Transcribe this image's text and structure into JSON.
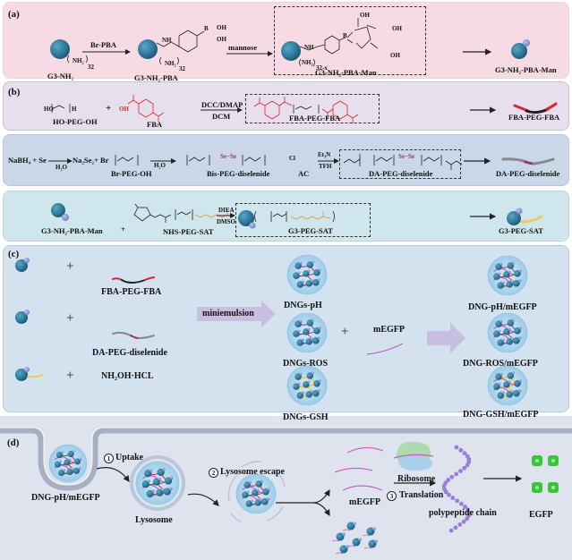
{
  "panels": {
    "a": {
      "label": "(a)",
      "reagent1": "Br-PBA",
      "reagent2": "mannose",
      "compounds": [
        "G3-NH₂",
        "G3-NH₂-PBA",
        "G3-NH₂-PBA-Man",
        "G3-NH₂-PBA-Man"
      ],
      "subscripts": {
        "n1": "32",
        "n2": "32",
        "n3": "32-x"
      },
      "groups": {
        "nh2": "NH₂",
        "nh": "NH",
        "oh": "OH",
        "b": "B",
        "o": "O"
      }
    },
    "b": {
      "label": "(b)",
      "reactant1": "HO-PEG-OH",
      "reactant2": "FBA",
      "conditions_top": "DCC/DMAP",
      "conditions_bottom": "DCM",
      "product": "FBA-PEG-FBA",
      "product_result": "FBA-PEG-FBA",
      "formula_hopeg": "HO−[∕╲O]n−H",
      "plus": "+"
    },
    "b2": {
      "step1": "NaBH₄ + Se",
      "step1_cond": "H₂O",
      "step1_prod": "Na₂Se₂+ Br",
      "reagent": "Br-PEG-OH",
      "step2_cond": "H₂O",
      "intermediate": "Bis-PEG-diselenide",
      "acyl": "AC",
      "cond_top": "Et₃N",
      "cond_bottom": "TFH",
      "product": "DA-PEG-diselenide",
      "product_result": "DA-PEG-diselenide",
      "sese": "Se−Se"
    },
    "b3": {
      "reactant1": "G3-NH₂-PBA-Man",
      "reactant2": "NHS-PEG-SAT",
      "cond_top": "DIEA",
      "cond_bottom": "DMSO",
      "product": "G3-PEG-SAT",
      "product_result": "G3-PEG-SAT",
      "plus": "+"
    },
    "c": {
      "label": "(c)",
      "crosslinkers": [
        "FBA-PEG-FBA",
        "DA-PEG-diselenide",
        "NH₂OH·HCL"
      ],
      "process": "miniemulsion",
      "nanogels": [
        "DNGs-pH",
        "DNGs-ROS",
        "DNGs-GSH"
      ],
      "cargo": "mEGFP",
      "loaded": [
        "DNG-pH/mEGFP",
        "DNG-ROS/mEGFP",
        "DNG-GSH/mEGFP"
      ],
      "plus": "+"
    },
    "d": {
      "label": "(d)",
      "start": "DNG-pH/mEGFP",
      "step1": "Uptake",
      "step1_num": "1",
      "lysosome": "Lysosome",
      "step2": "Lysosome escape",
      "step2_num": "2",
      "mrna": "mEGFP",
      "ribosome": "Ribosome",
      "step3": "Translation",
      "step3_num": "3",
      "chain": "polypeptide chain",
      "protein": "EGFP"
    }
  },
  "colors": {
    "dendrimer": "#2f7a9c",
    "man": "#7c8fd0",
    "red": "#e0242b",
    "magenta": "#a03070",
    "orange": "#e8904a",
    "yellow": "#f0c85a",
    "mrna": "#c060c0",
    "gel": "#a8d4ee",
    "arrow_light": "#c8bfe0",
    "egfp": "#3cc23c",
    "chain": "#9a7ed8"
  }
}
